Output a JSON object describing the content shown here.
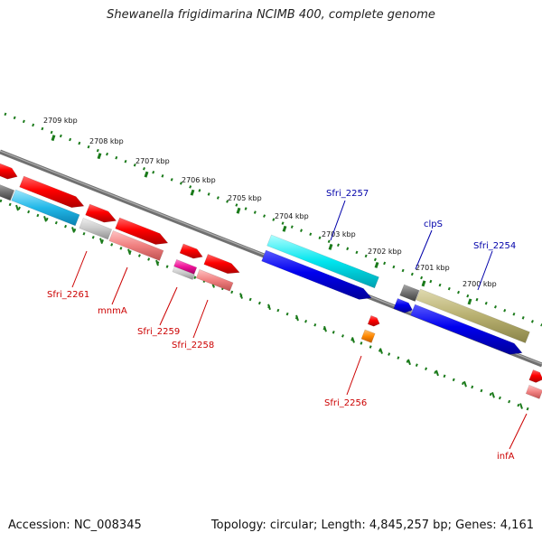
{
  "title": "Shewanella frigidimarina NCIMB 400, complete genome",
  "footer": {
    "accession": "Accession: NC_008345",
    "summary": "Topology: circular; Length: 4,845,257 bp; Genes: 4,161"
  },
  "scale_labels": [
    "2709 kbp",
    "2708 kbp",
    "2707 kbp",
    "2706 kbp",
    "2705 kbp",
    "2704 kbp",
    "2703 kbp",
    "2702 kbp",
    "2701 kbp",
    "2700 kbp"
  ],
  "gene_labels": [
    {
      "text": "Sfri_2261",
      "color": "#cc0000"
    },
    {
      "text": "mnmA",
      "color": "#cc0000"
    },
    {
      "text": "Sfri_2259",
      "color": "#cc0000"
    },
    {
      "text": "Sfri_2258",
      "color": "#cc0000"
    },
    {
      "text": "Sfri_2256",
      "color": "#cc0000"
    },
    {
      "text": "infA",
      "color": "#cc0000"
    },
    {
      "text": "Sfri_2257",
      "color": "#0000aa"
    },
    {
      "text": "clpS",
      "color": "#0000aa"
    },
    {
      "text": "Sfri_2254",
      "color": "#0000aa"
    }
  ],
  "colors": {
    "backbone": "#808080",
    "scale_ring": "#1a7a1a",
    "cds_red": "#ff0000",
    "rna_pink": "#f08080",
    "cds_blue": "#0000ee",
    "cds_cyan": "#00e5ee",
    "cds_olive": "#b8b070",
    "cds_orange": "#ff8800",
    "cds_magenta": "#ee1199",
    "cds_gray": "#707070",
    "cds_lightgray": "#c8c8c8",
    "cds_skyblue": "#22b8e8"
  }
}
